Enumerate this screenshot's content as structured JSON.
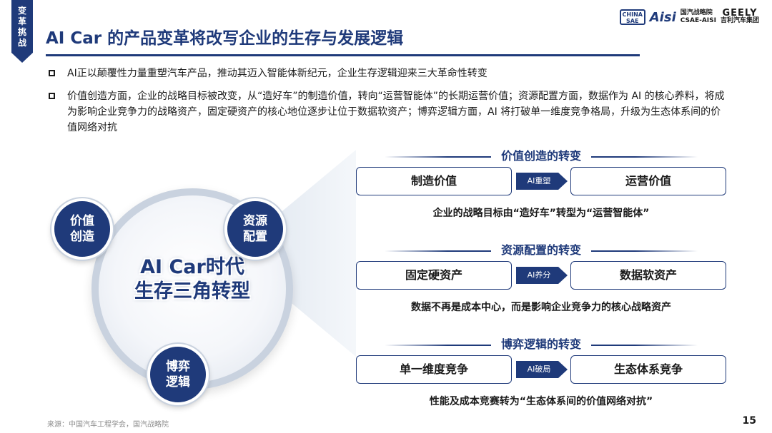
{
  "side_tab": {
    "chars": [
      "变",
      "革",
      "挑",
      "战"
    ]
  },
  "title": "AI Car 的产品变革将改写企业的生存与发展逻辑",
  "logos": {
    "sae_top": "CHINA",
    "sae_bottom": "SAE",
    "aisi": "Aisi",
    "csae_cn": "国汽战略院",
    "csae_en": "CSAE-AISI",
    "geely_en": "GEELY",
    "geely_cn": "吉利汽车集团"
  },
  "bullets": [
    "AI正以颠覆性力量重塑汽车产品，推动其迈入智能体新纪元，企业生存逻辑迎来三大革命性转变",
    "价值创造方面，企业的战略目标被改变，从“造好车”的制造价值，转向“运营智能体”的长期运营价值；资源配置方面，数据作为 AI 的核心养料，将成为影响企业竞争力的战略资产，固定硬资产的核心地位逐步让位于数据软资产；博弈逻辑方面，AI 将打破单一维度竞争格局，升级为生态体系间的价值网络对抗"
  ],
  "diagram": {
    "center_line1": "AI Car时代",
    "center_line2": "生存三角转型",
    "nodes": {
      "value": [
        "价值",
        "创造"
      ],
      "resource": [
        "资源",
        "配置"
      ],
      "game": [
        "博弈",
        "逻辑"
      ]
    }
  },
  "sections": [
    {
      "title": "价值创造的转变",
      "from": "制造价值",
      "arrow": "AI重塑",
      "to": "运营价值",
      "desc": "企业的战略目标由“造好车”转型为“运营智能体”"
    },
    {
      "title": "资源配置的转变",
      "from": "固定硬资产",
      "arrow": "AI养分",
      "to": "数据软资产",
      "desc": "数据不再是成本中心，而是影响企业竞争力的核心战略资产"
    },
    {
      "title": "博弈逻辑的转变",
      "from": "单一维度竞争",
      "arrow": "AI破局",
      "to": "生态体系竞争",
      "desc": "性能及成本竞赛转为“生态体系间的价值网络对抗”"
    }
  ],
  "footer": {
    "source": "来源：中国汽车工程学会，国汽战略院",
    "page": "15"
  },
  "colors": {
    "brand": "#1f3a7a",
    "ring": "#c9d2df"
  }
}
